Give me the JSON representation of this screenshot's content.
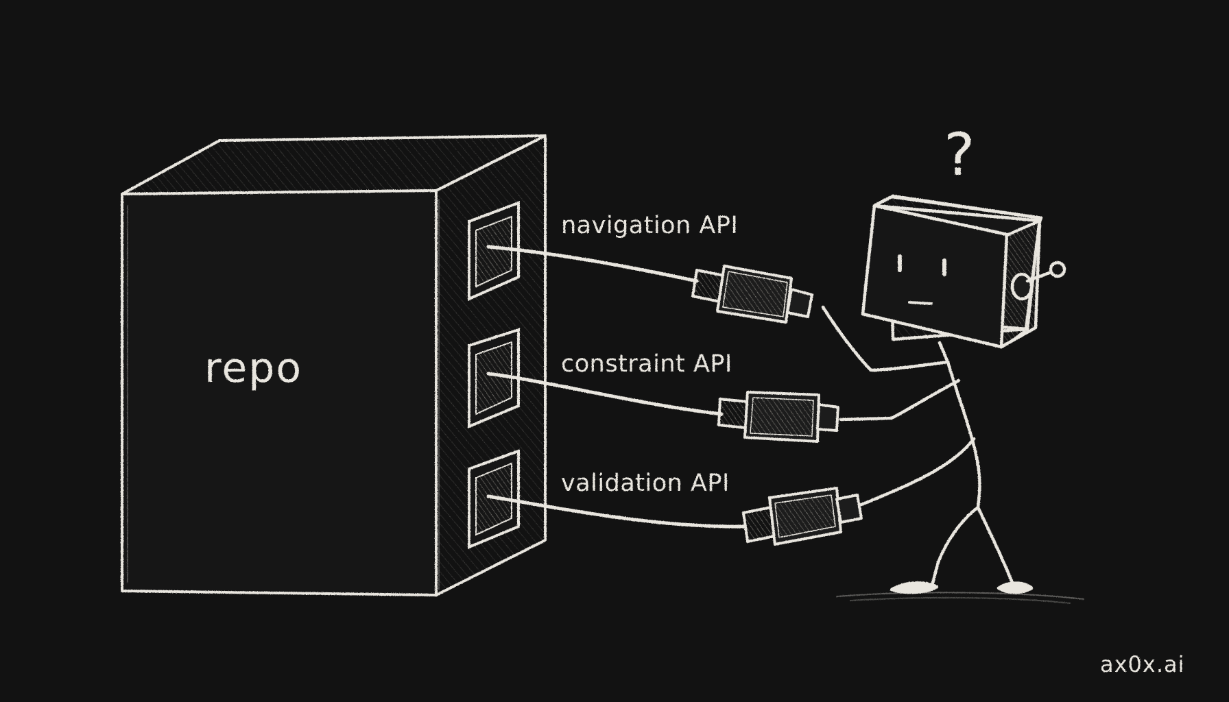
{
  "repo_label": "repo",
  "apis": [
    {
      "label": "navigation API"
    },
    {
      "label": "constraint API"
    },
    {
      "label": "validation API"
    }
  ],
  "robot": {
    "thought_symbol": "?"
  },
  "watermark": "ax0x.ai",
  "colors": {
    "background": "#121212",
    "chalk": "#e9e6df",
    "plug_fill": "#1c1c1c"
  }
}
